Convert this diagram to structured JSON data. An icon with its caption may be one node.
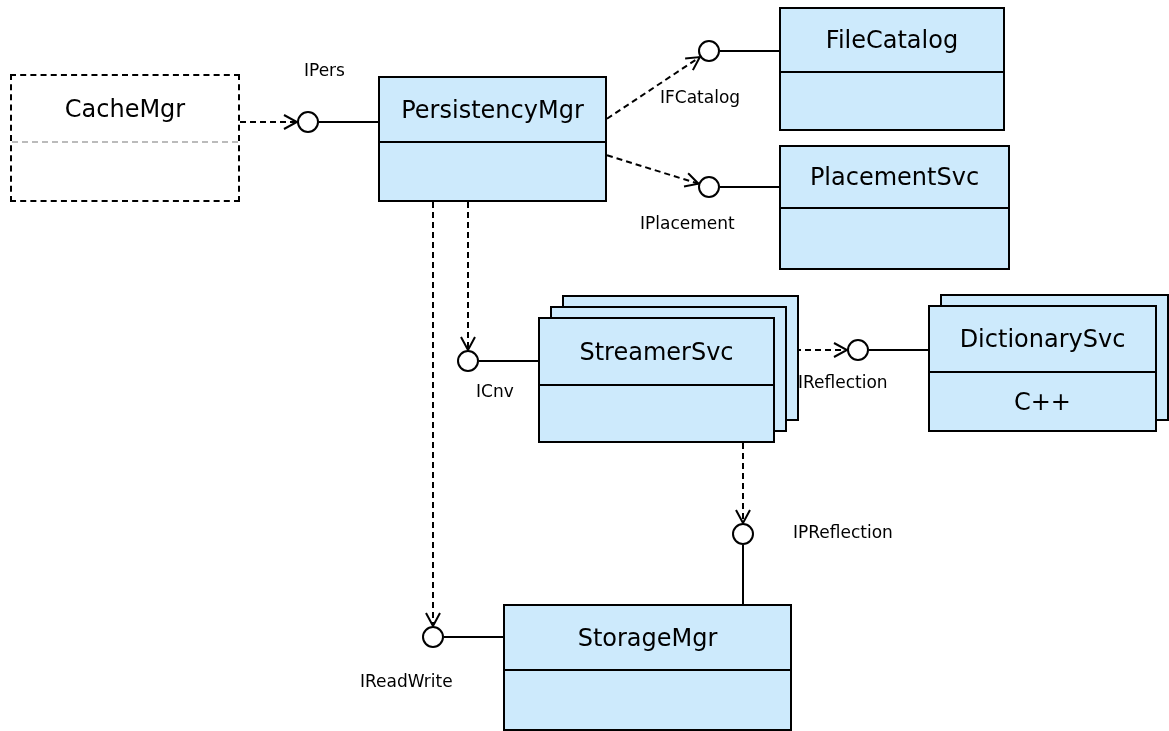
{
  "diagram": {
    "nodes": [
      {
        "text": [
          "CacheMgr"
        ]
      },
      {
        "text": [
          "PersistencyMgr"
        ]
      },
      {
        "text": [
          "FileCatalog"
        ]
      },
      {
        "text": [
          "PlacementSvc"
        ]
      },
      {
        "text": [
          "StreamerSvc"
        ]
      },
      {
        "text": [
          "DictionarySvc",
          "C++"
        ]
      },
      {
        "text": [
          "StorageMgr"
        ]
      },
      {
        "text": [],
        "shape": "circle",
        "beside": [
          "IPers"
        ]
      },
      {
        "text": [],
        "shape": "circle",
        "beside": [
          "IFCatalog"
        ]
      },
      {
        "text": [],
        "shape": "circle",
        "beside": [
          "IPlacement"
        ]
      },
      {
        "text": [],
        "shape": "circle",
        "beside": [
          "ICnv"
        ]
      },
      {
        "text": [],
        "shape": "circle",
        "beside": [
          "IReflection"
        ]
      },
      {
        "text": [],
        "shape": "circle",
        "beside": [
          "IPReflection"
        ]
      },
      {
        "text": [],
        "shape": "circle",
        "beside": [
          "IReadWrite"
        ]
      }
    ],
    "edges": [
      {
        "from": 0,
        "to": 7,
        "arrow": "to",
        "style": "dashed"
      },
      {
        "from": 7,
        "to": 1,
        "arrow": "none"
      },
      {
        "from": 1,
        "to": 8,
        "arrow": "to",
        "style": "dashed"
      },
      {
        "from": 8,
        "to": 2,
        "arrow": "none"
      },
      {
        "from": 1,
        "to": 9,
        "arrow": "to",
        "style": "dashed"
      },
      {
        "from": 9,
        "to": 3,
        "arrow": "none"
      },
      {
        "from": 1,
        "to": 10,
        "arrow": "to",
        "style": "dashed"
      },
      {
        "from": 10,
        "to": 4,
        "arrow": "none"
      },
      {
        "from": 4,
        "to": 11,
        "arrow": "to",
        "style": "dashed"
      },
      {
        "from": 11,
        "to": 5,
        "arrow": "none"
      },
      {
        "from": 4,
        "to": 12,
        "arrow": "to",
        "style": "dashed"
      },
      {
        "from": 12,
        "to": 6,
        "arrow": "none"
      },
      {
        "from": 1,
        "to": 13,
        "arrow": "to",
        "style": "dashed"
      },
      {
        "from": 13,
        "to": 6,
        "arrow": "none"
      }
    ]
  }
}
